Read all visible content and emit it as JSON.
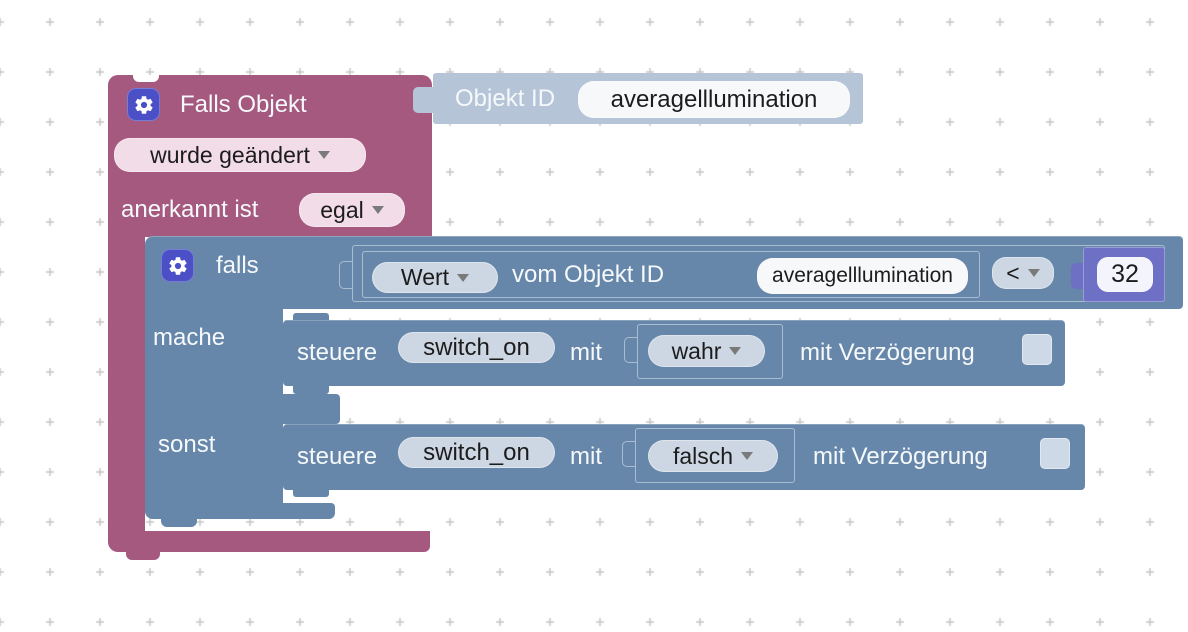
{
  "app": "blockly-script-editor",
  "colors": {
    "canvas_bg": "#ffffff",
    "grid_cross": "#c2c2c2",
    "trigger_block": "#a5597f",
    "trigger_field_bg": "#f2dce8",
    "logic_block": "#6787aa",
    "logic_field_bg": "#ccd7e3",
    "objectid_block": "#b5c4d7",
    "number_block": "#6e70c6",
    "text_field_bg": "#f6f8fa",
    "gear_badge": "#4b50c6",
    "block_text": "#f6f9fb",
    "field_text": "#1c1c1c"
  },
  "trigger": {
    "title": "Falls Objekt",
    "event_dropdown": "wurde geändert",
    "ack_label": "anerkannt ist",
    "ack_dropdown": "egal"
  },
  "object_id": {
    "label": "Objekt ID",
    "value": "averagelllumination"
  },
  "if_block": {
    "if_label": "falls",
    "do_label": "mache",
    "else_label": "sonst"
  },
  "condition": {
    "attr_dropdown": "Wert",
    "of_label": "vom Objekt ID",
    "object_id": "averagelllumination",
    "operator_dropdown": "<",
    "value": "32"
  },
  "do_statement": {
    "control_label": "steuere",
    "target": "switch_on",
    "with_label": "mit",
    "value_dropdown": "wahr",
    "delay_label": "mit Verzögerung"
  },
  "else_statement": {
    "control_label": "steuere",
    "target": "switch_on",
    "with_label": "mit",
    "value_dropdown": "falsch",
    "delay_label": "mit Verzögerung"
  }
}
